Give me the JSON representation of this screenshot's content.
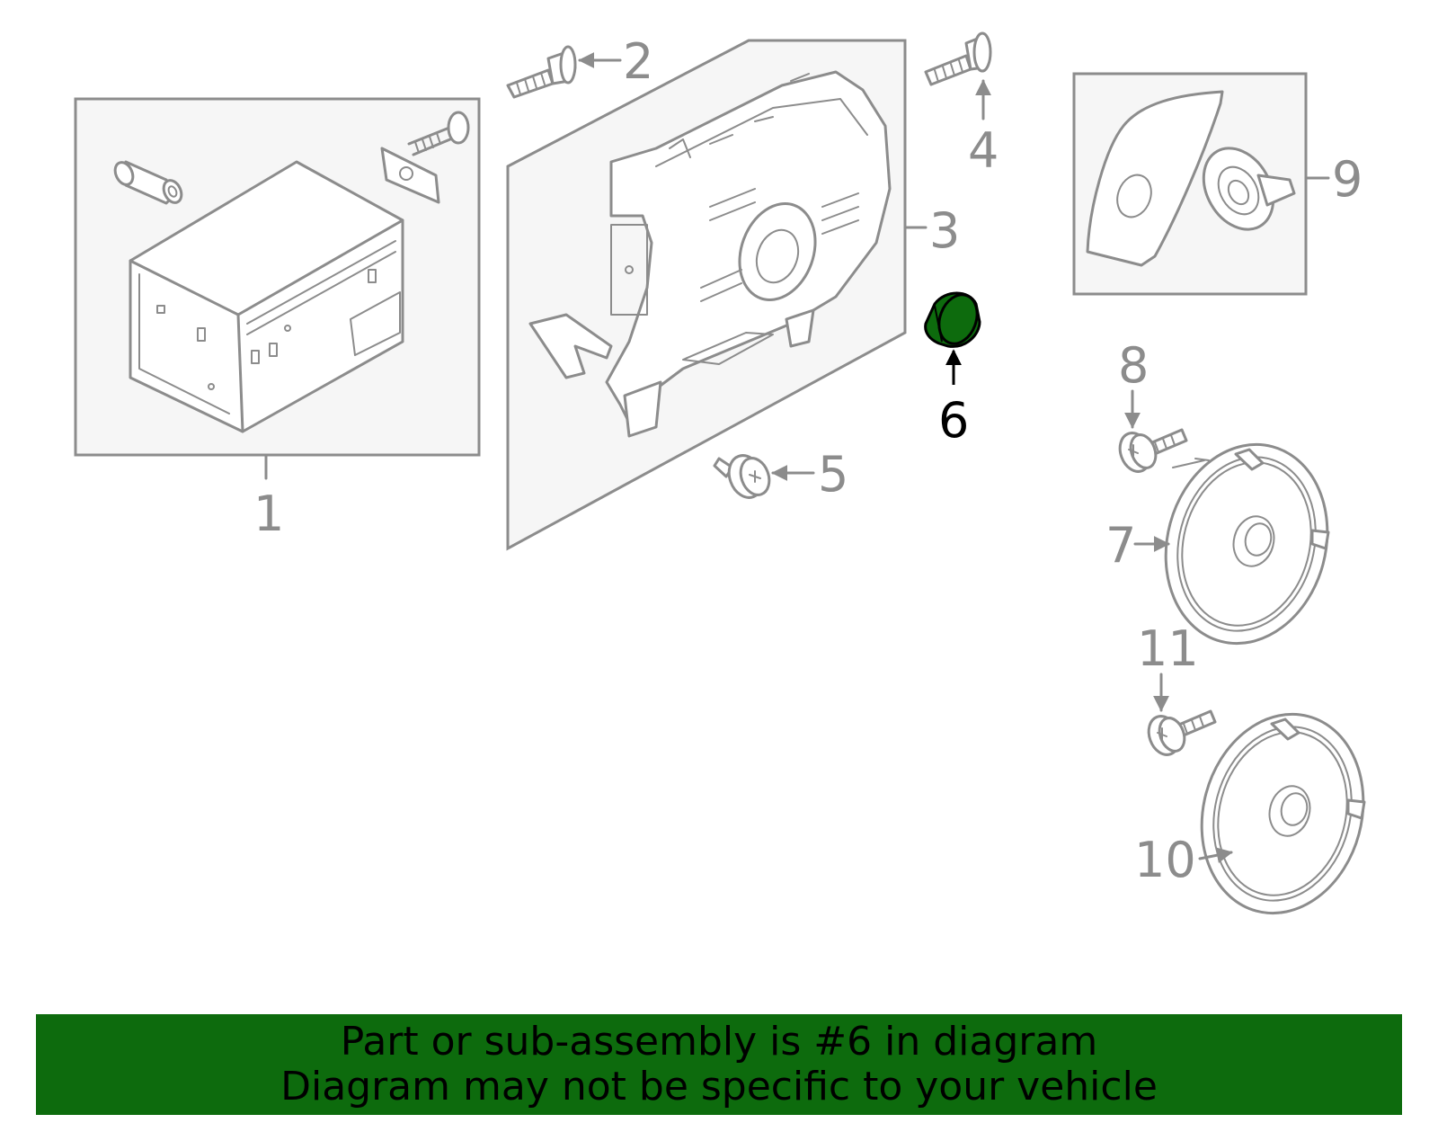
{
  "callouts": {
    "c1": "1",
    "c2": "2",
    "c3": "3",
    "c4": "4",
    "c5": "5",
    "c6": "6",
    "c7": "7",
    "c8": "8",
    "c9": "9",
    "c10": "10",
    "c11": "11"
  },
  "highlight_color": "#0d6b0d",
  "banner": {
    "line1": "Part or sub-assembly is #6 in diagram",
    "line2": "Diagram may not be specific to your vehicle"
  }
}
